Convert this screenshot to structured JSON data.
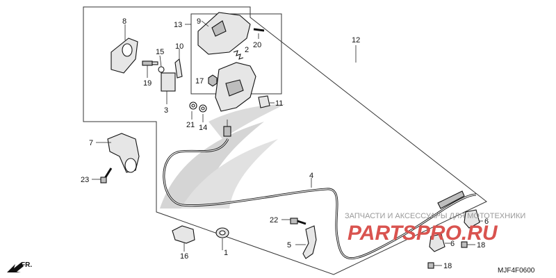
{
  "labels": [
    {
      "id": "1",
      "text": "1"
    },
    {
      "id": "2",
      "text": "2"
    },
    {
      "id": "3",
      "text": "3"
    },
    {
      "id": "4",
      "text": "4"
    },
    {
      "id": "5",
      "text": "5"
    },
    {
      "id": "6a",
      "text": "6"
    },
    {
      "id": "6b",
      "text": "6"
    },
    {
      "id": "7",
      "text": "7"
    },
    {
      "id": "8",
      "text": "8"
    },
    {
      "id": "9",
      "text": "9"
    },
    {
      "id": "10",
      "text": "10"
    },
    {
      "id": "11",
      "text": "11"
    },
    {
      "id": "12",
      "text": "12"
    },
    {
      "id": "13",
      "text": "13"
    },
    {
      "id": "14",
      "text": "14"
    },
    {
      "id": "15",
      "text": "15"
    },
    {
      "id": "16",
      "text": "16"
    },
    {
      "id": "17",
      "text": "17"
    },
    {
      "id": "18a",
      "text": "18"
    },
    {
      "id": "18b",
      "text": "18"
    },
    {
      "id": "19",
      "text": "19"
    },
    {
      "id": "20",
      "text": "20"
    },
    {
      "id": "21",
      "text": "21"
    },
    {
      "id": "22",
      "text": "22"
    },
    {
      "id": "23",
      "text": "23"
    }
  ],
  "diagram_code": "MJF4F0600",
  "direction_arrow": "FR.",
  "watermark": {
    "text": "ЗАПЧАСТИ И АКСЕССУАРЫ ДЛЯ МОТОТЕХНИКИ",
    "logo": "PARTSPRO.RU"
  }
}
